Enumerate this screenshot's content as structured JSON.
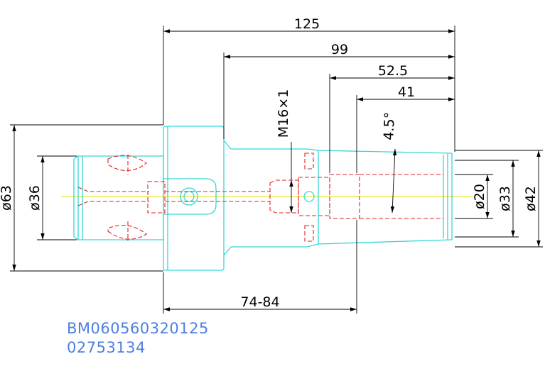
{
  "colors": {
    "outline": "#35d6d6",
    "hidden": "#e02020",
    "centerline": "#e6e600",
    "dimension": "#000000",
    "code_text": "#4f7fe0"
  },
  "dimensions": {
    "overall_length": "125",
    "length_99": "99",
    "length_52_5": "52.5",
    "length_41": "41",
    "adjust_range": "74-84",
    "thread": "M16×1",
    "angle": "4.5°",
    "dia_63": "ø63",
    "dia_36": "ø36",
    "dia_20": "ø20",
    "dia_33": "ø33",
    "dia_42": "ø42"
  },
  "labels": {
    "part_number": "BM060560320125",
    "code": "02753134"
  }
}
